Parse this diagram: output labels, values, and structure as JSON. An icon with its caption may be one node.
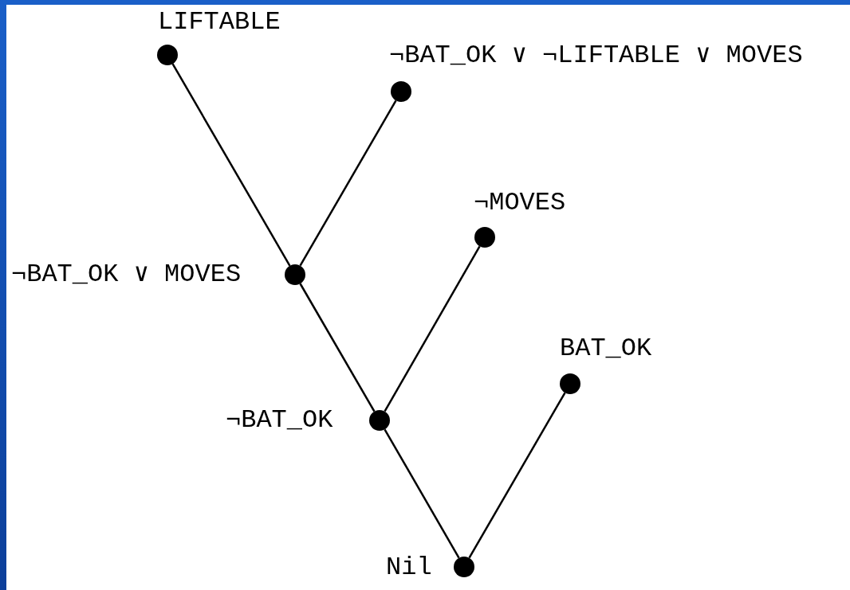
{
  "diagram": {
    "nodes": [
      {
        "text": [],
        "shape": "circle",
        "beside": [
          "LIFTABLE"
        ]
      },
      {
        "text": [],
        "shape": "circle",
        "beside": [
          "¬BAT_OK ∨ ¬LIFTABLE ∨ MOVES"
        ]
      },
      {
        "text": [],
        "shape": "circle",
        "beside": [
          "¬BAT_OK ∨ MOVES"
        ]
      },
      {
        "text": [],
        "shape": "circle",
        "beside": [
          "¬MOVES"
        ]
      },
      {
        "text": [],
        "shape": "circle",
        "beside": [
          "¬BAT_OK"
        ]
      },
      {
        "text": [],
        "shape": "circle",
        "beside": [
          "BAT_OK"
        ]
      },
      {
        "text": [],
        "shape": "circle",
        "beside": [
          "Nil"
        ]
      }
    ],
    "edges": [
      {
        "from": 0,
        "to": 2,
        "arrow": "none"
      },
      {
        "from": 1,
        "to": 2,
        "arrow": "none"
      },
      {
        "from": 2,
        "to": 4,
        "arrow": "none"
      },
      {
        "from": 3,
        "to": 4,
        "arrow": "none"
      },
      {
        "from": 4,
        "to": 6,
        "arrow": "none"
      },
      {
        "from": 5,
        "to": 6,
        "arrow": "none"
      }
    ]
  }
}
